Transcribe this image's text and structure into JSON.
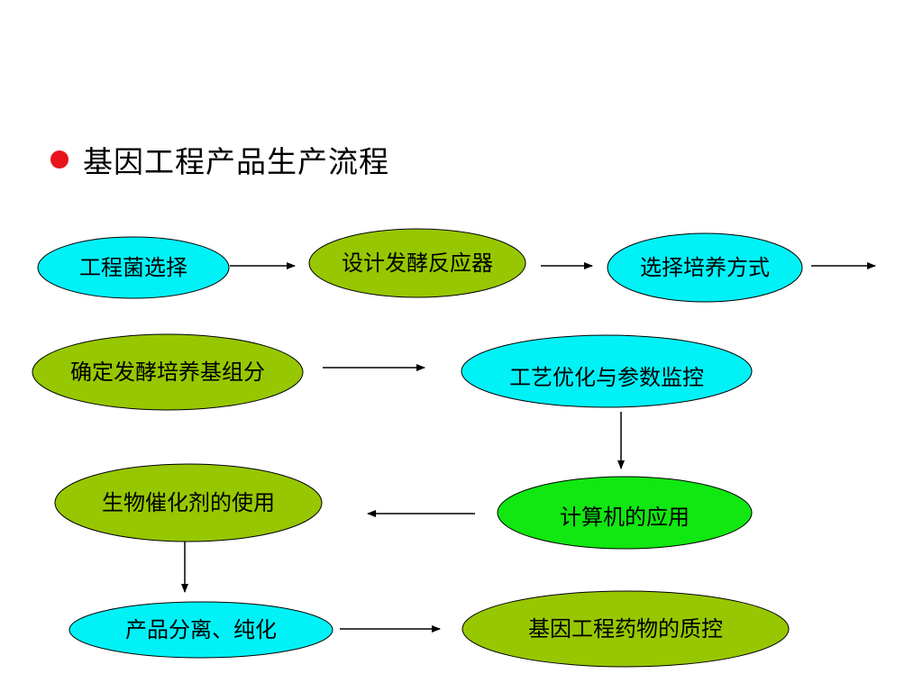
{
  "slide": {
    "title": "基因工程产品生产流程",
    "bullet_color": "#e8141b"
  },
  "colors": {
    "cyan": "#00f2f7",
    "olive": "#97c700",
    "green": "#11e711",
    "stroke": "#000000"
  },
  "flow": {
    "nodes": [
      {
        "id": "n1",
        "label": "工程菌选择",
        "color": "cyan"
      },
      {
        "id": "n2",
        "label": "设计发酵反应器",
        "color": "olive"
      },
      {
        "id": "n3",
        "label": "选择培养方式",
        "color": "cyan"
      },
      {
        "id": "n4",
        "label": "确定发酵培养基组分",
        "color": "olive"
      },
      {
        "id": "n5",
        "label": "工艺优化与参数监控",
        "color": "cyan"
      },
      {
        "id": "n6",
        "label": "计算机的应用",
        "color": "green"
      },
      {
        "id": "n7",
        "label": "生物催化剂的使用",
        "color": "olive"
      },
      {
        "id": "n8",
        "label": "产品分离、纯化",
        "color": "cyan"
      },
      {
        "id": "n9",
        "label": "基因工程药物的质控",
        "color": "olive"
      }
    ]
  }
}
